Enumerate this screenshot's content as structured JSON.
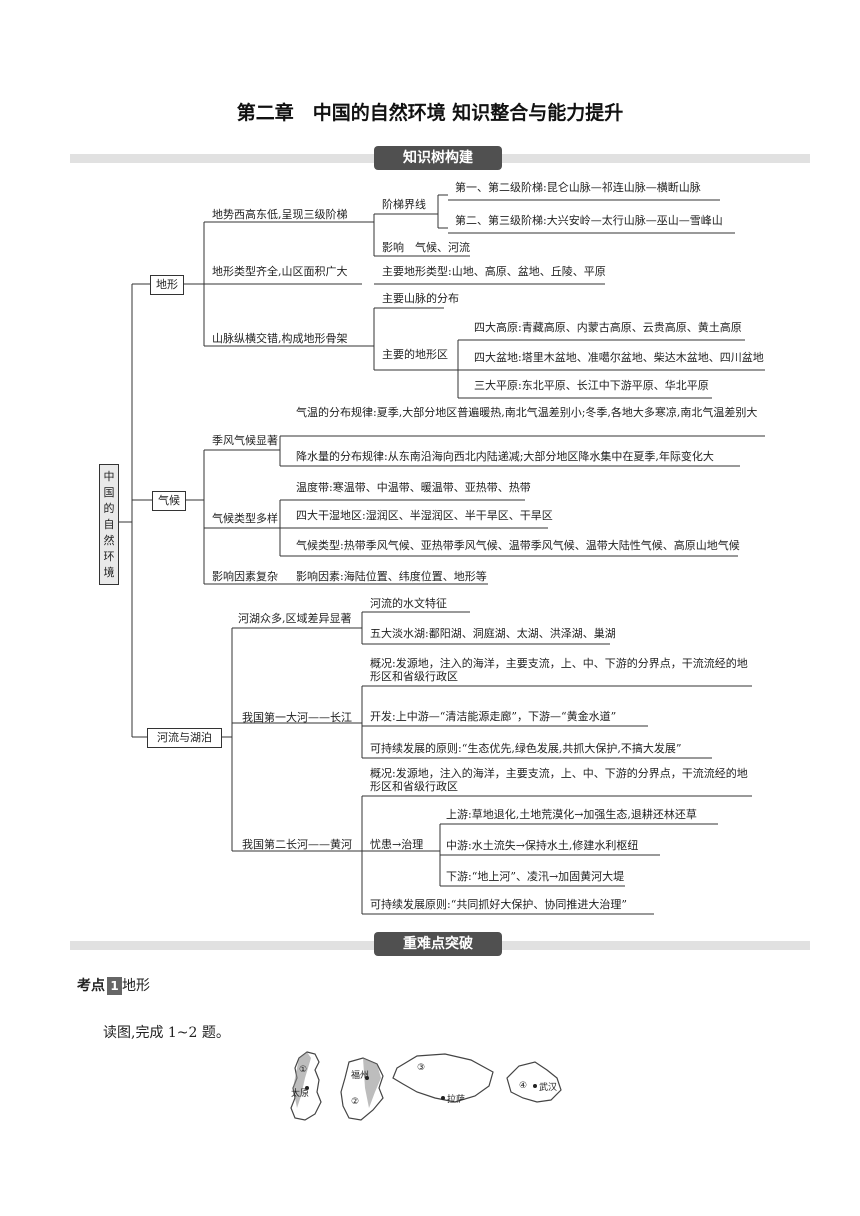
{
  "title": "第二章　中国的自然环境  知识整合与能力提升",
  "section1": "知识树构建",
  "section2": "重难点突破",
  "root": "中国的自然环境",
  "branches": {
    "terrain": "地形",
    "climate": "气候",
    "rivers": "河流与湖泊"
  },
  "terrain": {
    "l1a": "地势西高东低,呈现三级阶梯",
    "l1b": "地形类型齐全,山区面积广大",
    "l1c": "山脉纵横交错,构成地形骨架",
    "jieti": "阶梯界线",
    "jieti1": "第一、第二级阶梯:昆仑山脉—祁连山脉—横断山脉",
    "jieti2": "第二、第三级阶梯:大兴安岭—太行山脉—巫山—雪峰山",
    "influence": "影响　气候、河流",
    "types": "主要地形类型:山地、高原、盆地、丘陵、平原",
    "mountains": "主要山脉的分布",
    "regions": "主要的地形区",
    "plateaus": "四大高原:青藏高原、内蒙古高原、云贵高原、黄土高原",
    "basins": "四大盆地:塔里木盆地、准噶尔盆地、柴达木盆地、四川盆地",
    "plains": "三大平原:东北平原、长江中下游平原、华北平原"
  },
  "climate": {
    "l1a": "季风气候显著",
    "l1b": "气候类型多样",
    "l1c": "影响因素复杂",
    "temp": "气温的分布规律:夏季,大部分地区普遍暖热,南北气温差别小;冬季,各地大多寒凉,南北气温差别大",
    "rain": "降水量的分布规律:从东南沿海向西北内陆递减;大部分地区降水集中在夏季,年际变化大",
    "tempzones": "温度带:寒温带、中温带、暖温带、亚热带、热带",
    "dryzones": "四大干湿地区:湿润区、半湿润区、半干旱区、干旱区",
    "types": "气候类型:热带季风气候、亚热带季风气候、温带季风气候、温带大陆性气候、高原山地气候",
    "factors": "影响因素:海陆位置、纬度位置、地形等"
  },
  "rivers": {
    "l1a": "河湖众多,区域差异显著",
    "l1b": "我国第一大河——长江",
    "l1c": "我国第二长河——黄河",
    "hydro": "河流的水文特征",
    "lakes": "五大淡水湖:鄱阳湖、洞庭湖、太湖、洪泽湖、巢湖",
    "cj_overview": "概况:发源地，注入的海洋，主要支流，上、中、下游的分界点，干流流经的地形区和省级行政区",
    "cj_dev": "开发:上中游—“清洁能源走廊”，下游—“黄金水道”",
    "cj_sus": "可持续发展的原则:“生态优先,绿色发展,共抓大保护,不搞大发展”",
    "hh_overview": "概况:发源地，注入的海洋，主要支流，上、中、下游的分界点，干流流经的地形区和省级行政区",
    "hh_trouble": "忧患→治理",
    "hh_up": "上游:草地退化,土地荒漠化→加强生态,退耕还林还草",
    "hh_mid": "中游:水土流失→保持水土,修建水利枢纽",
    "hh_down": "下游:“地上河”、凌汛→加固黄河大堤",
    "hh_sus": "可持续发展原则:“共同抓好大保护、协同推进大治理”"
  },
  "kaodian": {
    "label": "考点",
    "num": "1",
    "topic": "地形"
  },
  "instruction": "读图,完成 1~2 题。",
  "maps": {
    "m1": "①",
    "m1_city": "太原",
    "m2": "②",
    "m2_city": "福州",
    "m3": "③",
    "m3_city": "拉萨",
    "m4": "④",
    "m4_city": "武汉"
  }
}
